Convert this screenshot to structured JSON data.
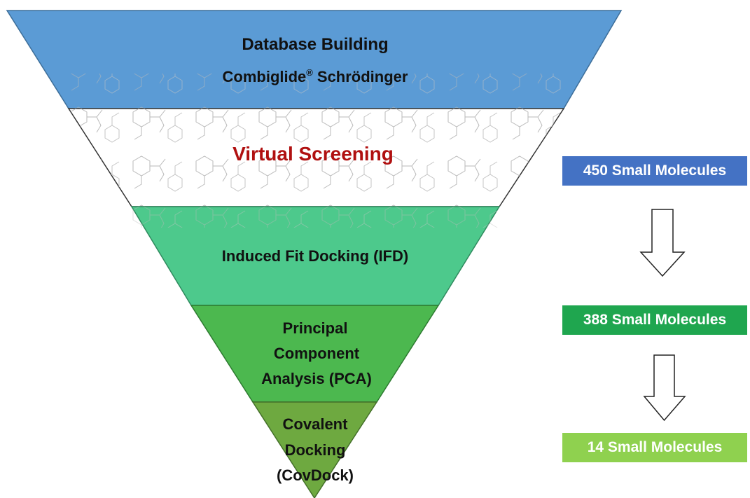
{
  "stages": [
    {
      "id": "database-building",
      "lines": [
        "Database Building",
        "Combiglide",
        "Schrödinger"
      ],
      "fill": "#5b9bd5",
      "text_color": "#111111"
    },
    {
      "id": "virtual-screening",
      "lines": [
        "Virtual Screening"
      ],
      "fill": "#ffffff",
      "text_color": "#b01010"
    },
    {
      "id": "induced-fit-docking",
      "lines": [
        "Induced Fit Docking (IFD)"
      ],
      "fill": "#4dc98c",
      "text_color": "#111111"
    },
    {
      "id": "principal-component-analysis",
      "lines": [
        "Principal",
        "Component",
        "Analysis (PCA)"
      ],
      "fill": "#4cb84f",
      "text_color": "#111111"
    },
    {
      "id": "covalent-docking",
      "lines": [
        "Covalent",
        "Docking",
        "(CovDock)"
      ],
      "fill": "#6ea940",
      "text_color": "#111111"
    }
  ],
  "registered_mark": "®",
  "counts": [
    {
      "label": "450 Small Molecules",
      "color": "#4472c4"
    },
    {
      "label": "388 Small Molecules",
      "color": "#1fa64f"
    },
    {
      "label": "14 Small Molecules",
      "color": "#8fd14f"
    }
  ],
  "arrow_icon": "down-arrow-outline"
}
